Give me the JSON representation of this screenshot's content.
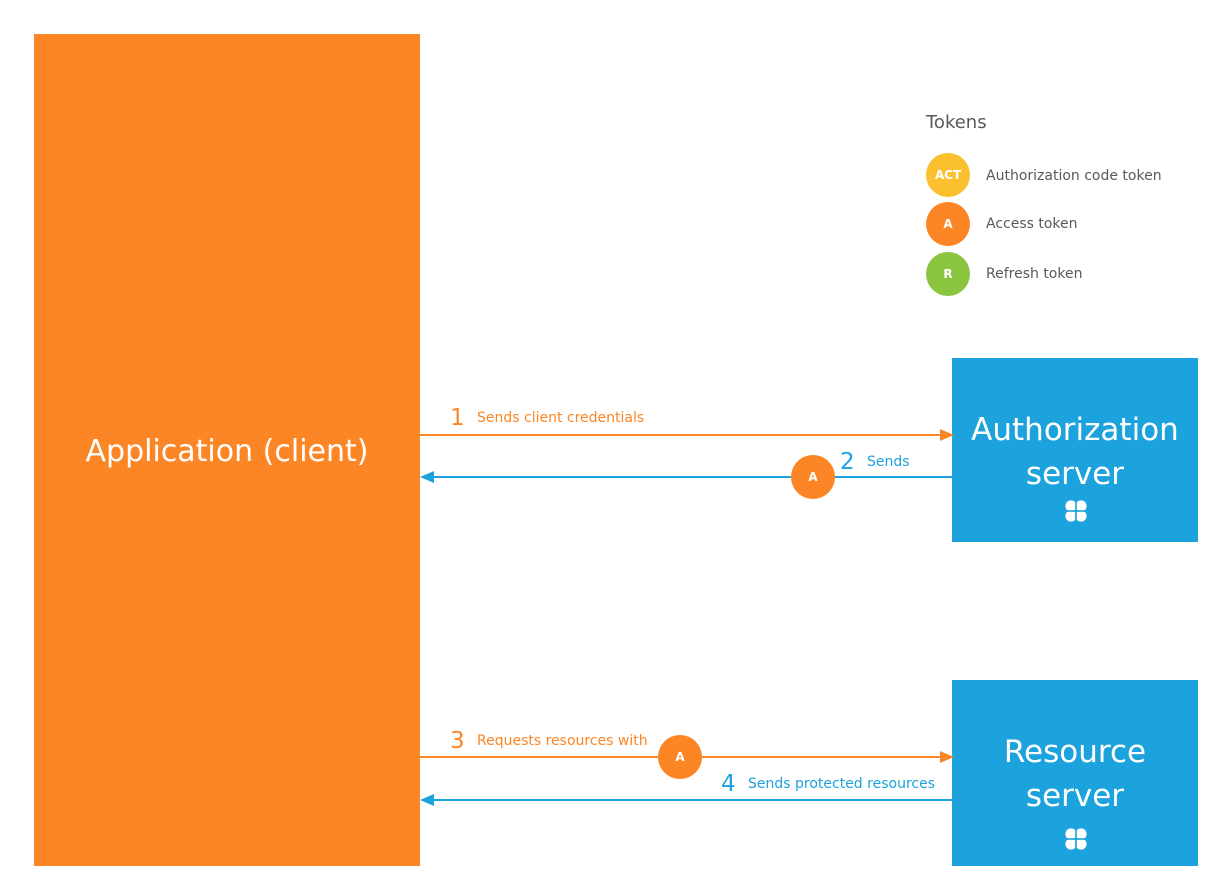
{
  "client": {
    "label": "Application (client)"
  },
  "servers": {
    "authorization": {
      "title": "Authorization\nserver"
    },
    "resource": {
      "title": "Resource\nserver"
    }
  },
  "legend": {
    "title": "Tokens",
    "items": [
      {
        "abbr": "ACT",
        "label": "Authorization code token",
        "color": "#fbc02d"
      },
      {
        "abbr": "A",
        "label": "Access token",
        "color": "#fc8625"
      },
      {
        "abbr": "R",
        "label": "Refresh token",
        "color": "#8bc53f"
      }
    ]
  },
  "steps": [
    {
      "num": "1",
      "text": "Sends client credentials",
      "color": "#fc8625"
    },
    {
      "num": "2",
      "text": "Sends",
      "color": "#1ca2dd"
    },
    {
      "num": "3",
      "text": "Requests resources with",
      "color": "#fc8625"
    },
    {
      "num": "4",
      "text": "Sends protected resources",
      "color": "#1ca2dd"
    }
  ],
  "flow_tokens": {
    "step2": "A",
    "step3": "A"
  },
  "colors": {
    "client": "#fc8625",
    "server": "#1ca2dd",
    "legend_text": "#595959"
  },
  "icons": {
    "server": "server-cluster-icon"
  }
}
